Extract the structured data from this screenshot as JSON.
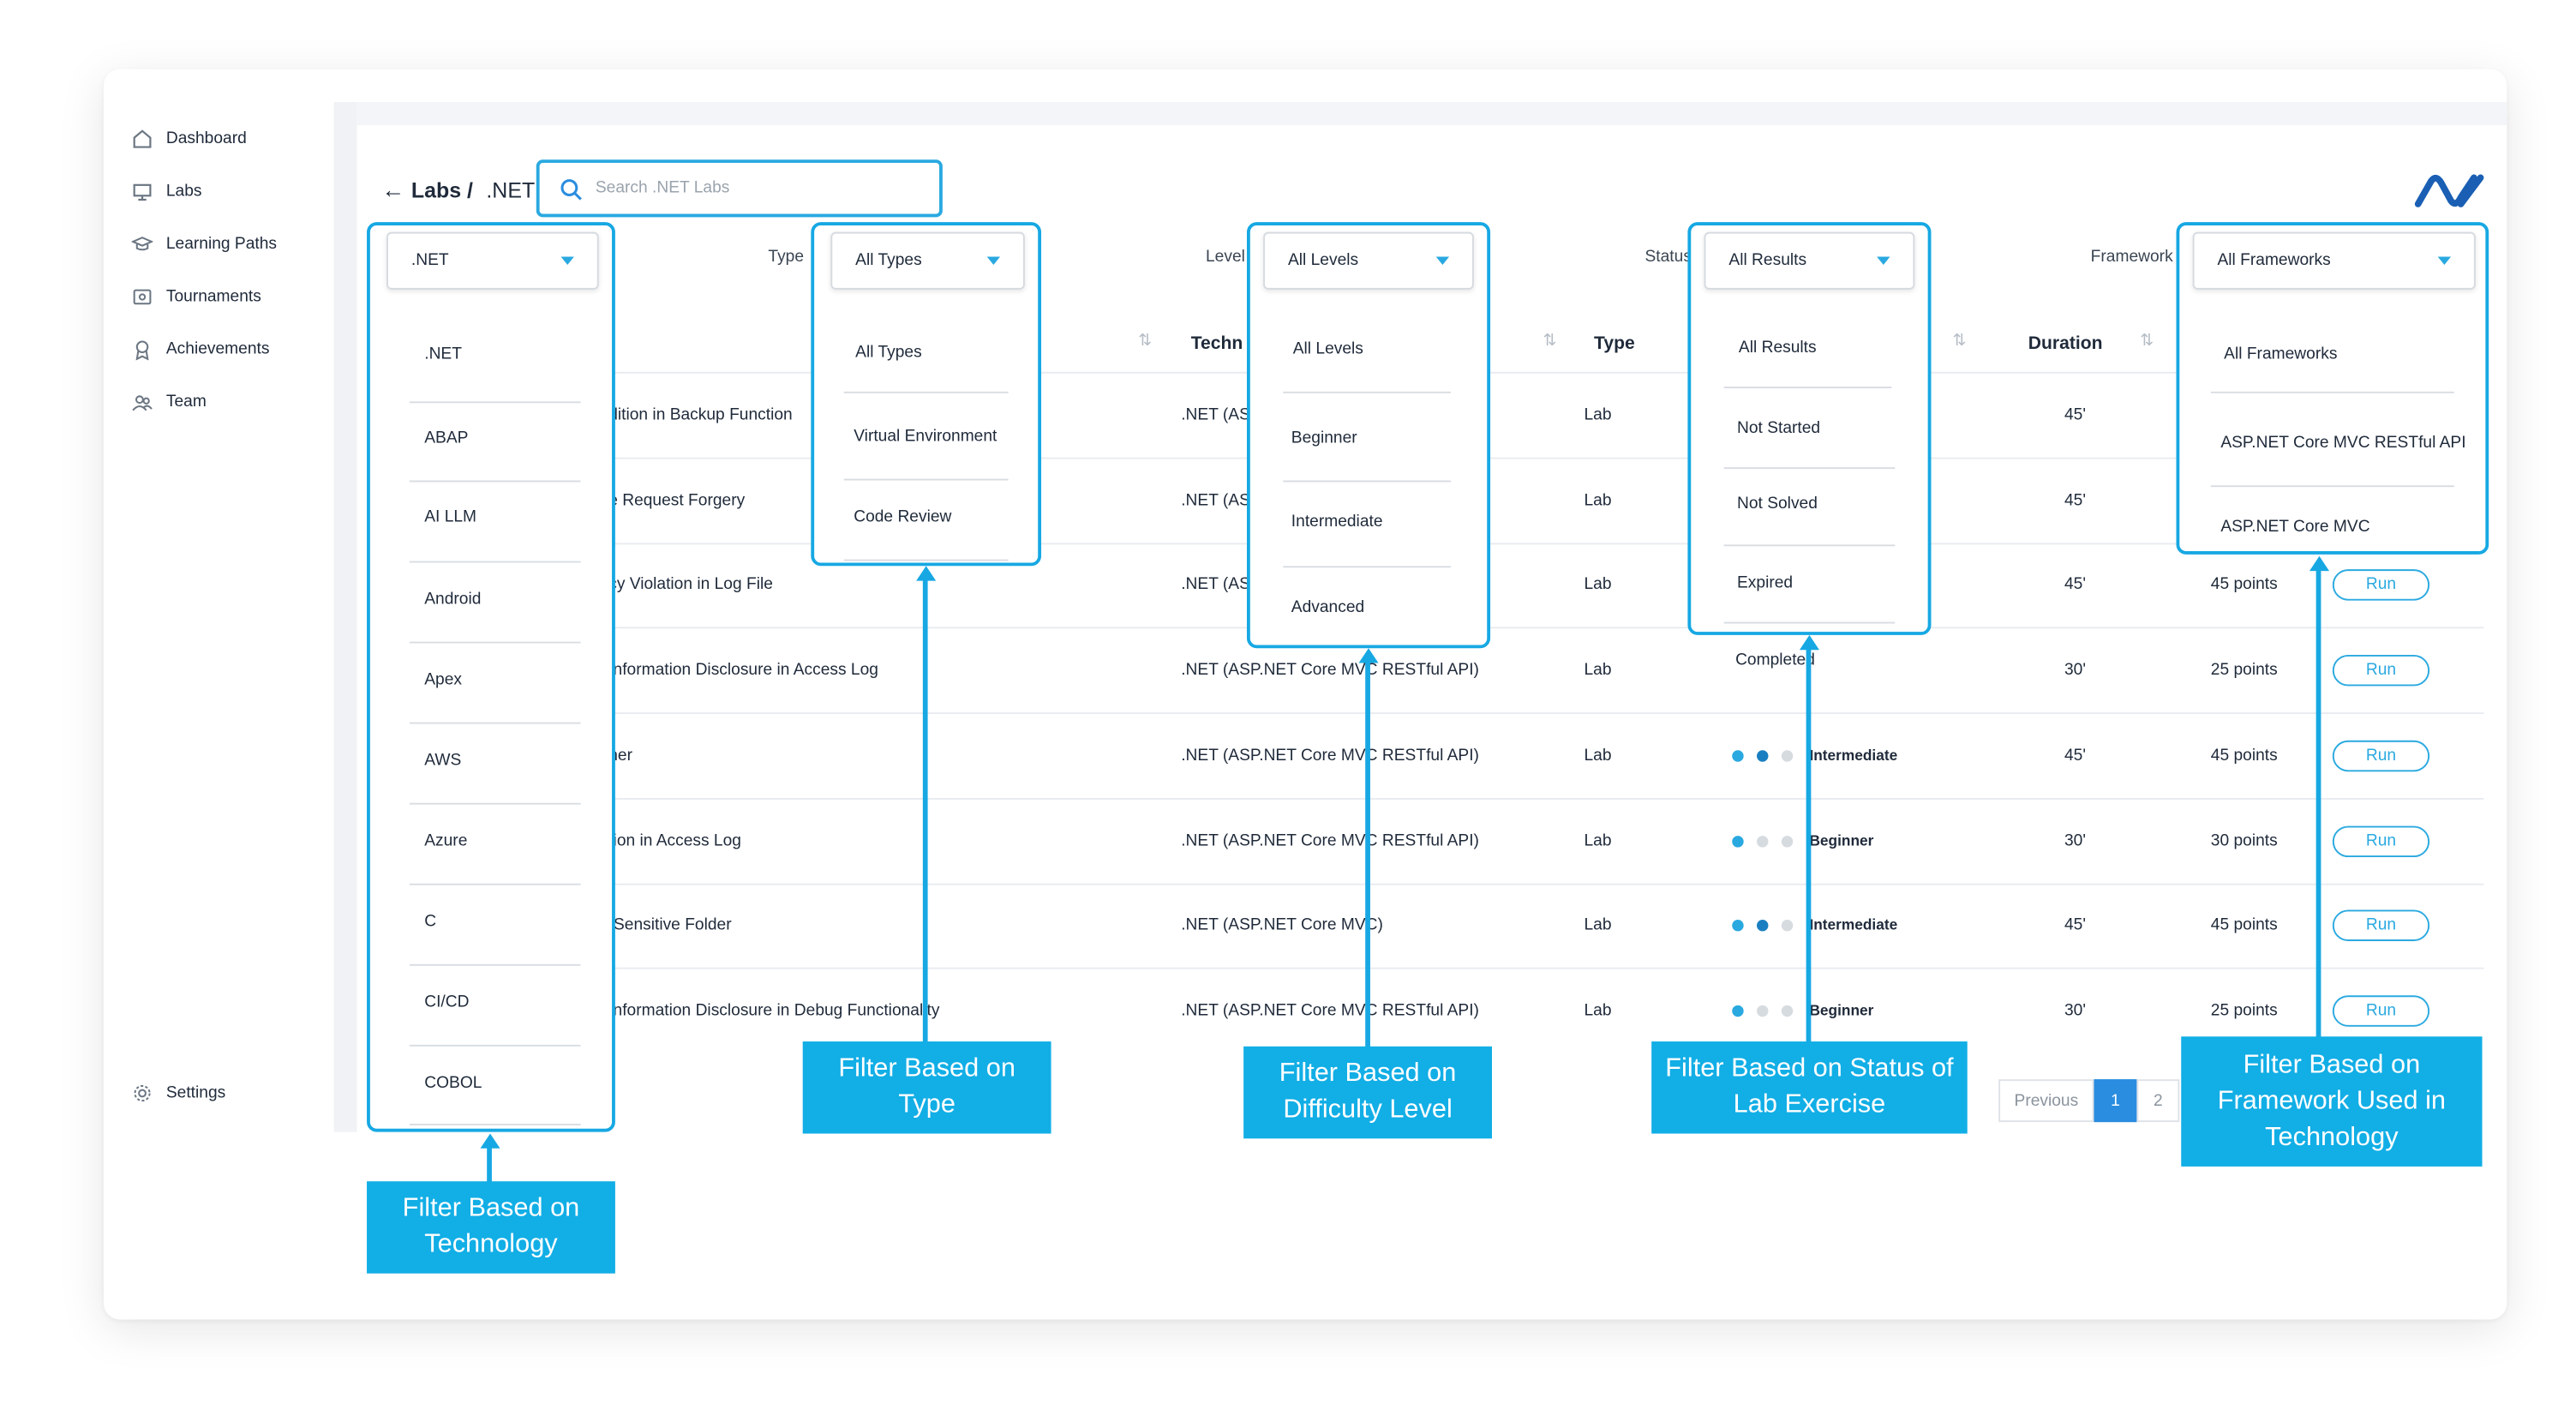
{
  "sidebar": {
    "items": [
      {
        "label": "Dashboard",
        "icon": "home-icon"
      },
      {
        "label": "Labs",
        "icon": "monitor-icon"
      },
      {
        "label": "Learning Paths",
        "icon": "graduation-cap-icon"
      },
      {
        "label": "Tournaments",
        "icon": "tournament-icon"
      },
      {
        "label": "Achievements",
        "icon": "achievement-icon"
      },
      {
        "label": "Team",
        "icon": "team-icon"
      }
    ],
    "settings": {
      "label": "Settings",
      "icon": "gear-icon"
    }
  },
  "header": {
    "back_icon": "arrow-left-icon",
    "crumb_root": "Labs /",
    "crumb_current": ".NET",
    "search_placeholder": "Search .NET Labs",
    "logo": "brand-logo"
  },
  "filters": {
    "technology": {
      "selected": ".NET",
      "options": [
        ".NET",
        "ABAP",
        "AI LLM",
        "Android",
        "Apex",
        "AWS",
        "Azure",
        "C",
        "CI/CD",
        "COBOL"
      ]
    },
    "type": {
      "label": "Type",
      "selected": "All Types",
      "options": [
        "All Types",
        "Virtual Environment",
        "Code Review"
      ]
    },
    "level": {
      "label": "Level",
      "selected": "All Levels",
      "options": [
        "All Levels",
        "Beginner",
        "Intermediate",
        "Advanced"
      ]
    },
    "status": {
      "label": "Status",
      "selected": "All Results",
      "options": [
        "All Results",
        "Not Started",
        "Not Solved",
        "Expired",
        "Completed"
      ]
    },
    "framework": {
      "label": "Framework",
      "selected": "All Frameworks",
      "options": [
        "All Frameworks",
        "ASP.NET Core MVC RESTful API",
        "ASP.NET Core MVC"
      ]
    }
  },
  "table": {
    "headers": {
      "technology": "Techn",
      "type": "Type",
      "duration": "Duration"
    },
    "rows": [
      {
        "name": "dition in Backup Function",
        "tech": ".NET (ASI",
        "type": "Lab",
        "level": "",
        "level_dots": 0,
        "duration": "45'",
        "points": "",
        "run": ""
      },
      {
        "name": "e Request Forgery",
        "tech": ".NET (ASI",
        "type": "Lab",
        "level": "",
        "level_dots": 0,
        "duration": "45'",
        "points": "",
        "run": ""
      },
      {
        "name": "cy Violation in Log File",
        "tech": ".NET (ASI",
        "type": "Lab",
        "level": "",
        "level_dots": 0,
        "duration": "45'",
        "points": "45 points",
        "run": "Run"
      },
      {
        "name": "Information Disclosure in Access Log",
        "tech": ".NET (ASP.NET Core MVC RESTful API)",
        "type": "Lab",
        "level": "",
        "level_dots": 0,
        "duration": "30'",
        "points": "25 points",
        "run": "Run"
      },
      {
        "name": "her",
        "tech": ".NET (ASP.NET Core MVC RESTful API)",
        "type": "Lab",
        "level": "Intermediate",
        "level_dots": 2,
        "duration": "45'",
        "points": "45 points",
        "run": "Run"
      },
      {
        "name": "tion in Access Log",
        "tech": ".NET (ASP.NET Core MVC RESTful API)",
        "type": "Lab",
        "level": "Beginner",
        "level_dots": 1,
        "duration": "30'",
        "points": "30 points",
        "run": "Run"
      },
      {
        "name": "Sensitive Folder",
        "tech": ".NET (ASP.NET Core MVC)",
        "type": "Lab",
        "level": "Intermediate",
        "level_dots": 2,
        "duration": "45'",
        "points": "45 points",
        "run": "Run"
      },
      {
        "name": "Information Disclosure in Debug Functionality",
        "tech": ".NET (ASP.NET Core MVC RESTful API)",
        "type": "Lab",
        "level": "Beginner",
        "level_dots": 1,
        "duration": "30'",
        "points": "25 points",
        "run": "Run"
      }
    ]
  },
  "pagination": {
    "previous": "Previous",
    "pages": [
      "1",
      "2"
    ],
    "current": "1"
  },
  "callouts": {
    "technology": "Filter Based on Technology",
    "type": "Filter Based on Type",
    "level": "Filter Based on Difficulty Level",
    "status": "Filter Based on Status of Lab Exercise",
    "framework": "Filter Based on Framework Used in Technology"
  },
  "colors": {
    "accent": "#17a8e3",
    "callout_bg": "#12aee6",
    "page_active": "#2a8de0"
  }
}
